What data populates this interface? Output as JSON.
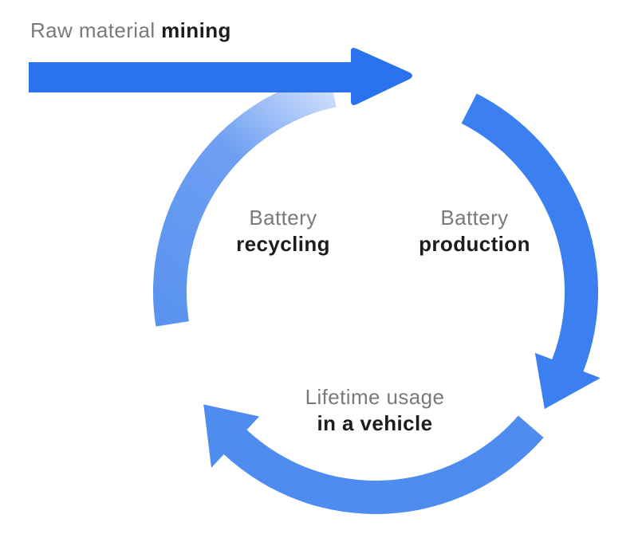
{
  "title": {
    "light": "Raw material",
    "dark": "mining"
  },
  "stages": [
    {
      "id": "recycling",
      "line1": "Battery",
      "line2": "recycling"
    },
    {
      "id": "production",
      "line1": "Battery",
      "line2": "production"
    },
    {
      "id": "usage",
      "line1": "Lifetime usage",
      "line2": "in a vehicle"
    }
  ],
  "colors": {
    "input_arrow": "#2a72ee",
    "production_arrow": "#3b7ff0",
    "usage_arrow": "#4f8cf0",
    "recycling_arrow_start": "#5b94f0",
    "recycling_arrow_end": "#dbe7fd",
    "label_light": "#7a7a7a",
    "label_dark": "#1d1d1f"
  }
}
